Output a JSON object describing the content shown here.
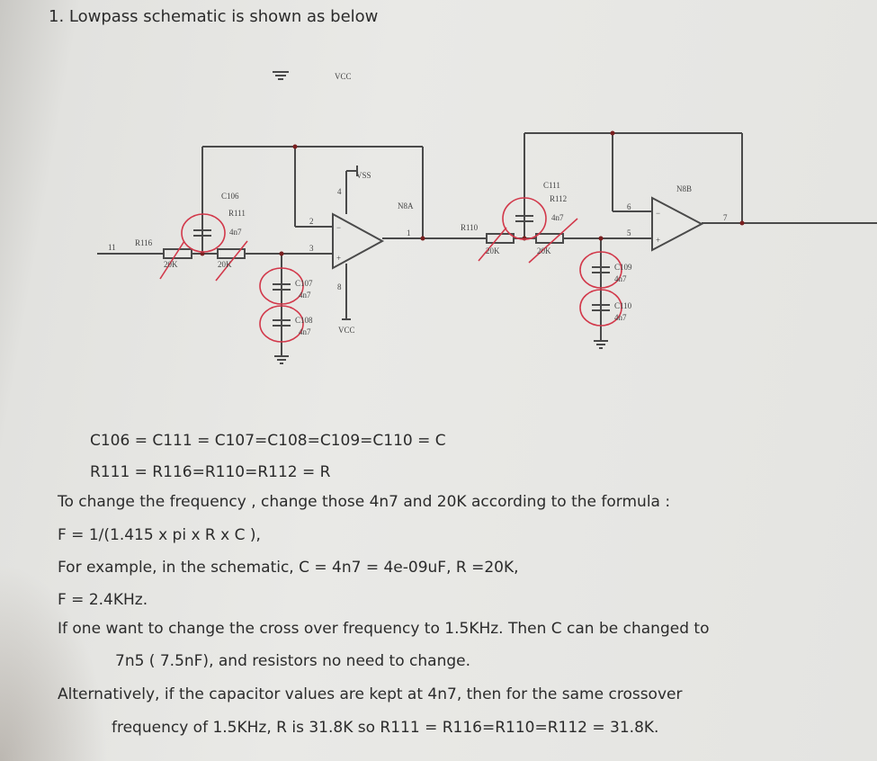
{
  "title": "1.  Lowpass schematic is shown as below",
  "schematic": {
    "vcc_top": "VCC",
    "vss": "VSS",
    "vcc_bottom": "VCC",
    "stage1": {
      "opamp": "N8A",
      "c106": "C106",
      "r111": "R111",
      "c106_val": "4n7",
      "r116": "R116",
      "r116_val": "20K",
      "r111_val": "20K",
      "c107": "C107",
      "c107_val": "4n7",
      "c108": "C108",
      "c108_val": "4n7",
      "pin_in": "11",
      "pin2": "2",
      "pin3": "3",
      "pin1": "1",
      "pin4": "4",
      "pin8": "8"
    },
    "stage2": {
      "opamp": "N8B",
      "c111": "C111",
      "r112": "R112",
      "c111_val": "4n7",
      "r110": "R110",
      "r110_val": "20K",
      "r112_val": "20K",
      "c109": "C109",
      "c109_val": "4n7",
      "c110": "C110",
      "c110_val": "4n7",
      "pin6": "6",
      "pin5": "5",
      "pin7": "7"
    }
  },
  "text": {
    "l1": "C106 = C111 = C107=C108=C109=C110 = C",
    "l2": "R111 = R116=R110=R112 = R",
    "l3": "To change the frequency , change those 4n7 and 20K according to the formula :",
    "l4": "F = 1/(1.415 x pi x R x C ),",
    "l5": "For example, in the schematic, C = 4n7 = 4e-09uF, R =20K,",
    "l6": "F = 2.4KHz.",
    "l7": "If one want to change the cross over frequency to 1.5KHz. Then C can be changed to",
    "l8": "7n5 ( 7.5nF), and resistors no need to change.",
    "l9": "Alternatively, if the capacitor values are kept at 4n7, then for the same crossover",
    "l10": "frequency of 1.5KHz, R is 31.8K so R111 = R116=R110=R112 = 31.8K."
  }
}
